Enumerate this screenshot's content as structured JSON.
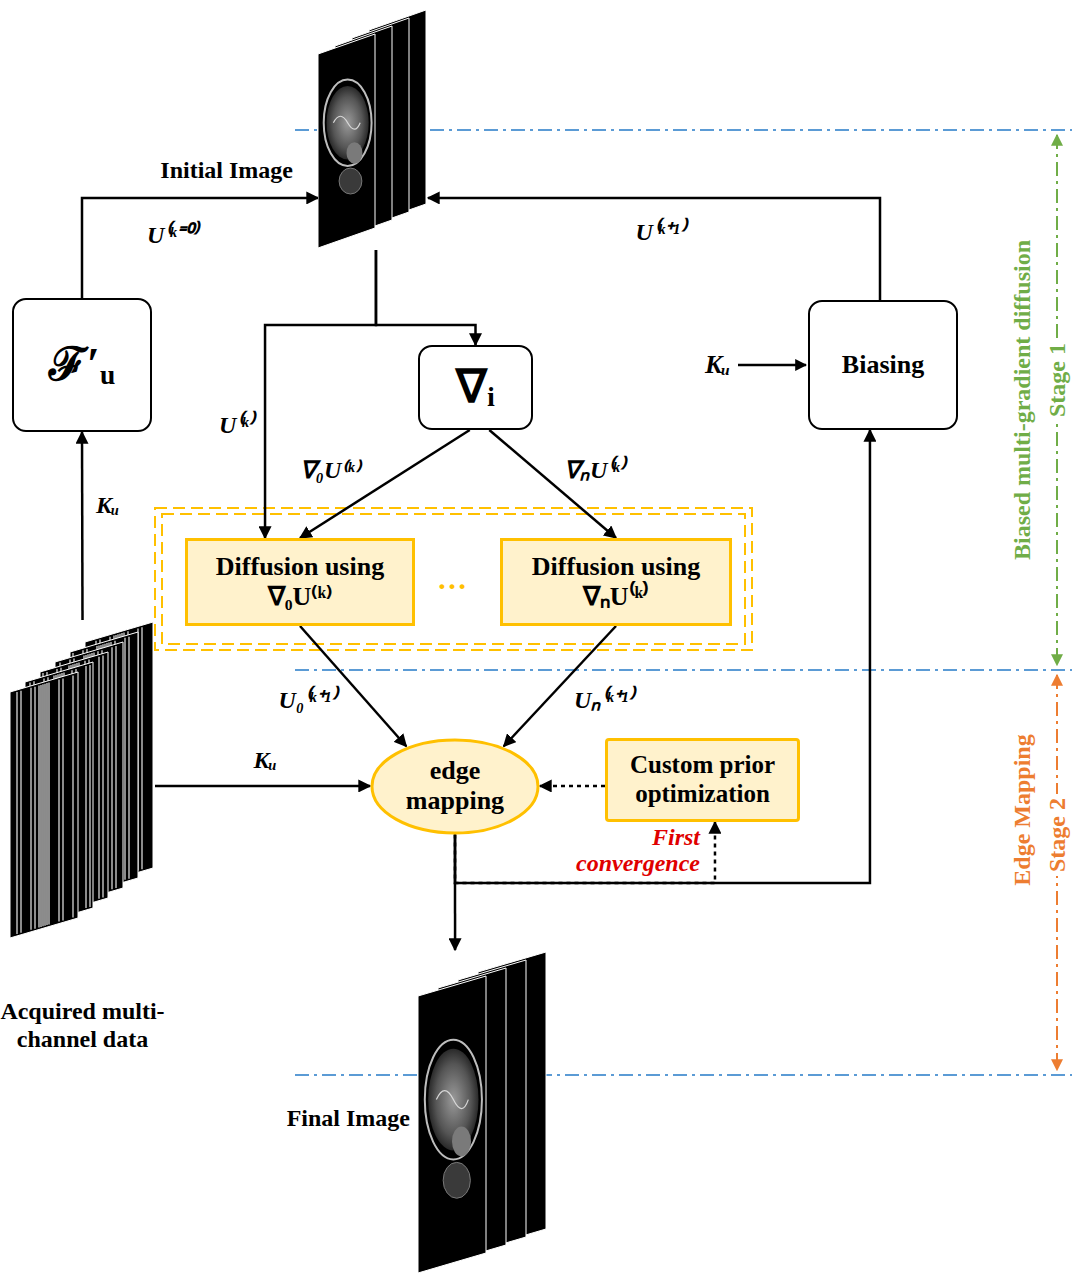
{
  "diagram": {
    "nodes": [
      {
        "text": [
          "Initial Image"
        ]
      },
      {
        "text": [
          "ℱ′ᵤ"
        ]
      },
      {
        "text": [
          "∇ᵢ"
        ]
      },
      {
        "text": [
          "Biasing"
        ]
      },
      {
        "text": [
          "Diffusion using ∇₀U⁽ᵏ⁾"
        ]
      },
      {
        "text": [
          "Diffusion using ∇ₙU⁽ᵏ⁾"
        ]
      },
      {
        "text": [
          "Acquired multi-channel data"
        ]
      },
      {
        "text": [
          "edge mapping"
        ]
      },
      {
        "text": [
          "Custom prior optimization"
        ]
      },
      {
        "text": [
          "Final Image"
        ]
      }
    ],
    "edges": [
      {
        "from": 6,
        "to": 1,
        "arrow": "to",
        "label": "Kᵤ"
      },
      {
        "from": 1,
        "to": 0,
        "arrow": "to",
        "label": "U⁽ᵏ⁼⁰⁾"
      },
      {
        "from": 0,
        "to": 2,
        "arrow": "to"
      },
      {
        "from": 0,
        "to": 4,
        "arrow": "to",
        "label": "U⁽ᵏ⁾"
      },
      {
        "from": 2,
        "to": 4,
        "arrow": "to",
        "label": "∇₀U⁽ᵏ⁾"
      },
      {
        "from": 2,
        "to": 5,
        "arrow": "to",
        "label": "∇ₙU⁽ᵏ⁾"
      },
      {
        "from": 4,
        "to": 7,
        "arrow": "to",
        "label": "U₀⁽ᵏ⁺¹⁾"
      },
      {
        "from": 5,
        "to": 7,
        "arrow": "to",
        "label": "Uₙ⁽ᵏ⁺¹⁾"
      },
      {
        "from": 6,
        "to": 7,
        "arrow": "to",
        "label": "Kᵤ"
      },
      {
        "from": 8,
        "to": 7,
        "arrow": "to"
      },
      {
        "from": 7,
        "to": 8,
        "arrow": "to",
        "label": "First convergence"
      },
      {
        "from": 7,
        "to": 3,
        "arrow": "to"
      },
      {
        "from": 3,
        "to": 0,
        "arrow": "to",
        "label": "U⁽ᵏ⁺¹⁾"
      },
      {
        "from": 7,
        "to": 9,
        "arrow": "to"
      }
    ],
    "labels": [
      "Kᵤ",
      "…",
      "Biased multi-gradient diffusion",
      "Stage 1",
      "Edge Mapping",
      "Stage 2"
    ]
  }
}
